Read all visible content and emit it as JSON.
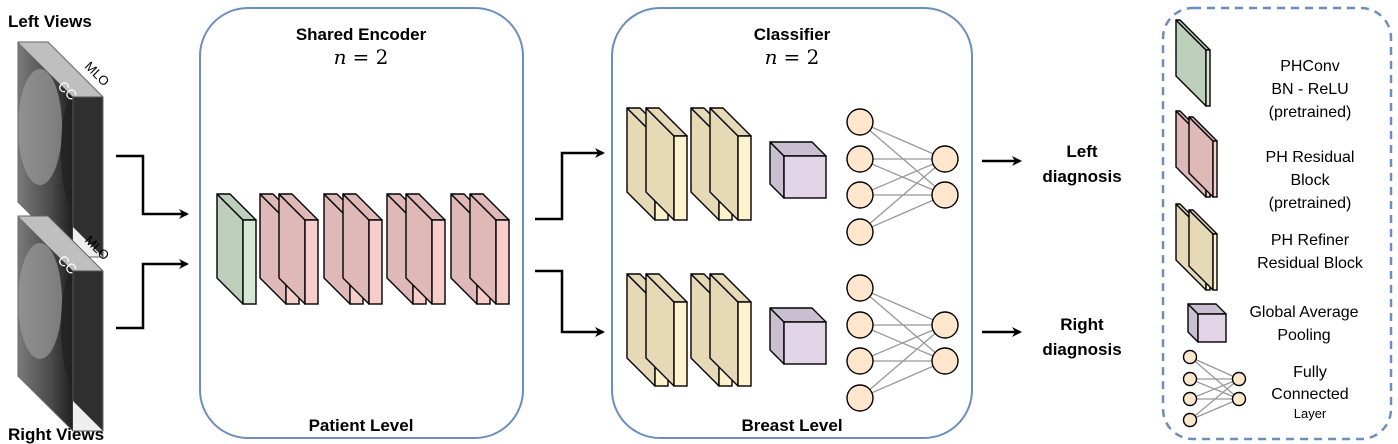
{
  "inputs": {
    "left_title": "Left Views",
    "right_title": "Right Views",
    "view_labels": [
      "CC",
      "MLO"
    ]
  },
  "encoder": {
    "title": "Shared Encoder",
    "n_label": "n = 2",
    "n_var": "n",
    "n_eq": "= 2",
    "footer": "Patient Level",
    "blocks": [
      "phconv",
      "residual",
      "residual",
      "residual",
      "residual"
    ]
  },
  "classifier": {
    "title": "Classifier",
    "n_var": "n",
    "n_eq": "= 2",
    "footer": "Breast Level",
    "branches": [
      "left",
      "right"
    ]
  },
  "outputs": {
    "left": [
      "Left",
      "diagnosis"
    ],
    "right": [
      "Right",
      "diagnosis"
    ]
  },
  "legend": {
    "items": [
      {
        "icon": "phconv-layer-icon",
        "lines": [
          "PHConv",
          "BN - ReLU",
          "(pretrained)"
        ]
      },
      {
        "icon": "ph-residual-block-icon",
        "lines": [
          "PH Residual",
          "Block",
          "(pretrained)"
        ]
      },
      {
        "icon": "ph-refiner-block-icon",
        "lines": [
          "PH Refiner",
          "Residual Block"
        ]
      },
      {
        "icon": "global-average-pooling-icon",
        "lines": [
          "Global Average",
          "Pooling"
        ]
      },
      {
        "icon": "fully-connected-icon",
        "lines": [
          "Fully",
          "Connected",
          "Layer"
        ]
      }
    ]
  },
  "colors": {
    "box_border": "#6c8ebf",
    "green_face": "#d5e8d4",
    "green_side": "#bccfbb",
    "pink_face": "#f8cecc",
    "pink_side": "#dfb9b7",
    "yellow_face": "#fff2cc",
    "yellow_side": "#e5d9b6",
    "purple_face": "#e1d5e7",
    "purple_side": "#c9bfd0",
    "node_fill": "#ffe6cc",
    "edge": "#999999"
  }
}
